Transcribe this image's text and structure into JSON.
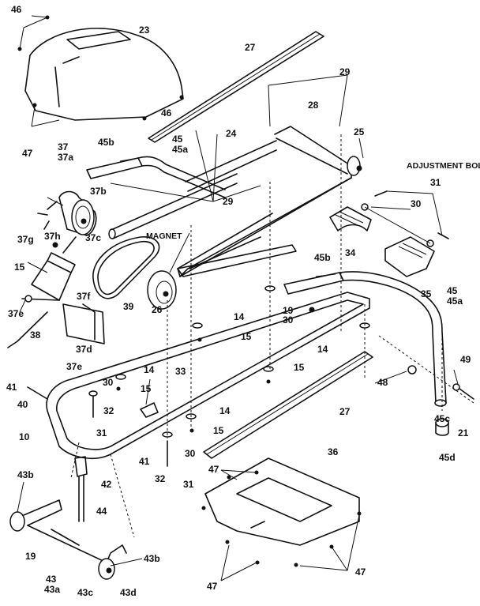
{
  "title_note": "ADJUSTMENT BOLTS",
  "magnet_text": "MAGNET",
  "labels": {
    "l46a": "46",
    "l23": "23",
    "l27a": "27",
    "l29a": "29",
    "l28": "28",
    "l46b": "46",
    "l47a": "47",
    "l37": "37",
    "l37a": "37a",
    "l45b_top": "45b",
    "l45": "45",
    "l45a": "45a",
    "l24": "24",
    "l25": "25",
    "l31_adj": "31",
    "l37b": "37b",
    "l29b": "29",
    "l37c": "37c",
    "l30a": "30",
    "l34": "34",
    "l37g": "37g",
    "l37h": "37h",
    "l15a": "15",
    "l35": "35",
    "l45b_mid": "45b",
    "l37f": "37f",
    "l37e_a": "37e",
    "l39": "39",
    "l26": "26",
    "l14a": "14",
    "l19a": "19",
    "l30b": "30",
    "l45_r": "45",
    "l45a_r": "45a",
    "l15b": "15",
    "l14b": "14",
    "l38": "38",
    "l37d": "37d",
    "l37e_b": "37e",
    "l14c": "14",
    "l15c": "15",
    "l49": "49",
    "l33": "33",
    "l30c": "30",
    "l15d": "15",
    "l48": "48",
    "l41a": "41",
    "l40": "40",
    "l32a": "32",
    "l31a": "31",
    "l27b": "27",
    "l14d": "14",
    "l45c": "45c",
    "l10": "10",
    "l15e": "15",
    "l21": "21",
    "l45d": "45d",
    "l41b": "41",
    "l30d": "30",
    "l36": "36",
    "l32b": "32",
    "l31b": "31",
    "l47b": "47",
    "l43b_a": "43b",
    "l42": "42",
    "l44": "44",
    "l19b": "19",
    "l43": "43",
    "l43a": "43a",
    "l43c": "43c",
    "l43b_b": "43b",
    "l43d": "43d",
    "l47c": "47",
    "l47d": "47"
  }
}
